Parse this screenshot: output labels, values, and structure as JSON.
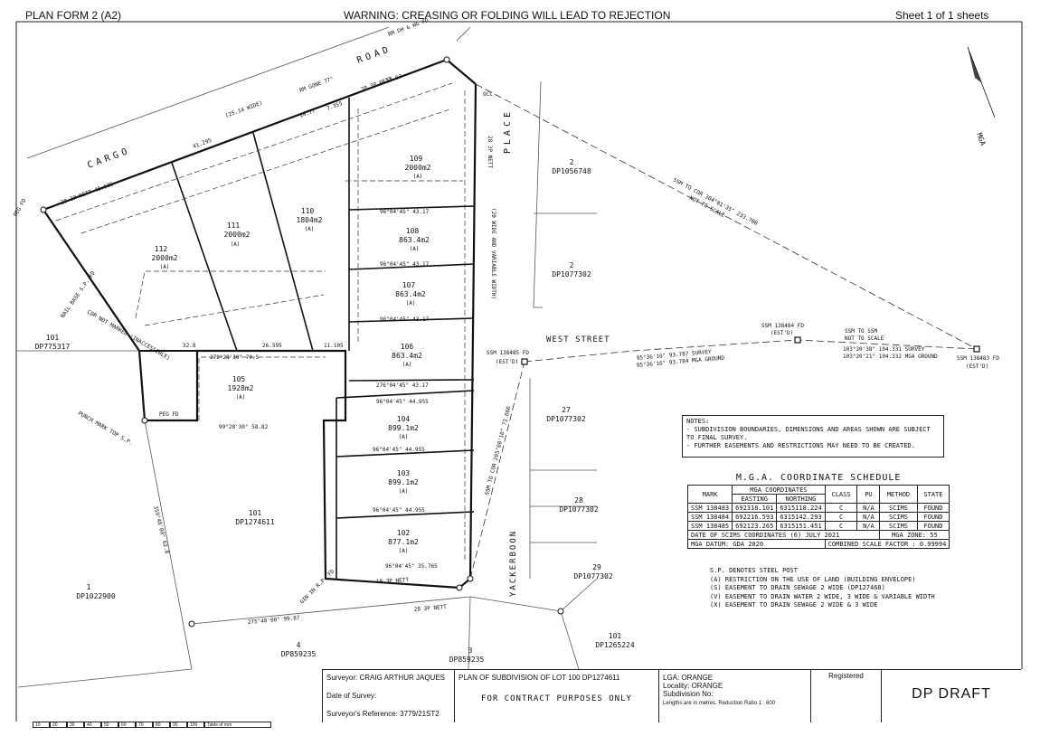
{
  "header": {
    "form": "PLAN FORM 2 (A2)",
    "warning": "WARNING: CREASING OR FOLDING WILL LEAD TO REJECTION",
    "sheet": "Sheet 1  of 1 sheets"
  },
  "roads": {
    "cargo_road_1": "CARGO",
    "cargo_road_2": "ROAD",
    "cargo_width": "(25.14 WIDE)",
    "place_1": "PLACE",
    "west_street": "WEST STREET",
    "west_street_width": "(20 WIDE AND VARIABLE WIDTH)",
    "yackerboon": "YACKERBOON"
  },
  "lots": [
    {
      "num": "112",
      "area": "2000m2",
      "tag": "(A)"
    },
    {
      "num": "111",
      "area": "2000m2",
      "tag": "(A)"
    },
    {
      "num": "110",
      "area": "1804m2",
      "tag": "(A)"
    },
    {
      "num": "109",
      "area": "2000m2",
      "tag": "(A)"
    },
    {
      "num": "108",
      "area": "863.4m2",
      "tag": "(A)"
    },
    {
      "num": "107",
      "area": "863.4m2",
      "tag": "(A)"
    },
    {
      "num": "106",
      "area": "863.4m2",
      "tag": "(A)"
    },
    {
      "num": "105",
      "area": "1928m2",
      "tag": "(A)"
    },
    {
      "num": "104",
      "area": "899.1m2",
      "tag": "(A)"
    },
    {
      "num": "103",
      "area": "899.1m2",
      "tag": "(A)"
    },
    {
      "num": "102",
      "area": "877.1m2",
      "tag": "(A)"
    }
  ],
  "adjoining": [
    {
      "num": "101",
      "dp": "DP775317"
    },
    {
      "num": "101",
      "dp": "DP1274611"
    },
    {
      "num": "1",
      "dp": "DP1022900"
    },
    {
      "num": "4",
      "dp": "DP859235"
    },
    {
      "num": "3",
      "dp": "DP859235"
    },
    {
      "num": "101",
      "dp": "DP1265224"
    },
    {
      "num": "2",
      "dp": "DP1056748"
    },
    {
      "num": "2",
      "dp": "DP1077302"
    },
    {
      "num": "27",
      "dp": "DP1077302"
    },
    {
      "num": "28",
      "dp": "DP1077302"
    },
    {
      "num": "29",
      "dp": "DP1077302"
    }
  ],
  "bearings": {
    "b1": "96°04'45\"  43.17",
    "b2": "96°04'45\"  43.17",
    "b3": "96°04'45\"  43.17",
    "b4": "276°04'45\"  43.17",
    "b5": "96°04'45\"  44.955",
    "b6": "96°04'45\"  44.955",
    "b7": "96°04'45\"  44.955",
    "b8": "96°04'45\"  35.765",
    "b9": "279°28'30\"  70.5",
    "b10": "99°28'30\"  58.82",
    "b11": "275°48'00\"  99.87",
    "b12": "359°48'00\"  62.8",
    "road_nett_1": "28 3P NETT  45.535",
    "road_nett_2": "28 3P NETT",
    "d1": "41.295",
    "d2": "37.97",
    "d3": "14.77",
    "d4": "7.355",
    "d5": "32.8",
    "d6": "26.595",
    "d7": "11.105",
    "d8": "18 3P NETT",
    "d9": "28 3P NETT",
    "d10": "28 3P NETT"
  },
  "marks": {
    "rm_gone": "RM GONE 77°",
    "peg_fd": "PEG FD",
    "rm_dh": "RM DH & WG FD",
    "occ": "OCC",
    "gin": "GIN IN R.P. FD",
    "nail": "NAIL BASE S.P. FD",
    "cor": "COR NOT MARKED (INACCESSIBLE)",
    "punch": "PUNCH MARK TOP S.P."
  },
  "survey": {
    "ssm1": "SSM 138485 FD",
    "ssm1b": "(EST'D)",
    "ssm2": "SSM 138484 FD",
    "ssm2b": "(EST'D)",
    "ssm3": "SSM 138483 FD",
    "ssm3b": "(EST'D)",
    "to_ssm": "SSM TO SSM",
    "nts": "NOT TO SCALE",
    "s1a": "95°36'16\"  93.787 SURVEY",
    "s1b": "95°36'16\"  93.784 MGA GROUND",
    "s2a": "103°20'38\"  104.331 SURVEY",
    "s2b": "103°20'21\"  104.332 MGA GROUND",
    "diag1": "SSM TO COR 304°01'35\"  233.700",
    "diag1b": "NOT TO SCALE",
    "diag2": "SSM TO COR 205°08'10\"  73.660"
  },
  "north": "MGA",
  "notes": {
    "title": "NOTES:",
    "n1": "- SUBDIVISION BOUNDARIES, DIMENSIONS AND AREAS SHOWN ARE SUBJECT",
    "n1b": "  TO FINAL SURVEY.",
    "n2": "- FURTHER EASEMENTS AND RESTRICTIONS MAY NEED TO BE CREATED."
  },
  "mga_schedule": {
    "title": "M.G.A.  COORDINATE  SCHEDULE",
    "h_mark": "MARK",
    "h_coords": "MGA COORDINATES",
    "h_easting": "EASTING",
    "h_northing": "NORTHING",
    "h_class": "CLASS",
    "h_pu": "PU",
    "h_method": "METHOD",
    "h_state": "STATE",
    "rows": [
      [
        "SSM 138483",
        "692318.101",
        "6315118.224",
        "C",
        "N/A",
        "SCIMS",
        "FOUND"
      ],
      [
        "SSM 138484",
        "692216.593",
        "6315142.293",
        "C",
        "N/A",
        "SCIMS",
        "FOUND"
      ],
      [
        "SSM 138485",
        "692123.265",
        "6315151.451",
        "C",
        "N/A",
        "SCIMS",
        "FOUND"
      ]
    ],
    "date_line": "DATE OF SCIMS COORDINATES (6) JULY 2021",
    "zone": "MGA ZONE: 55",
    "datum": "MGA DATUM: GDA 2020",
    "csf": "COMBINED SCALE FACTOR : 0.99994"
  },
  "legend": {
    "l0": "S.P. DENOTES STEEL POST",
    "l1": "(A)  RESTRICTION ON THE USE OF LAND (BUILDING ENVELOPE)",
    "l2": "(S)  EASEMENT TO DRAIN SEWAGE 2 WIDE (DP127468)",
    "l3": "(V)  EASEMENT TO DRAIN WATER 2 WIDE, 3 WIDE & VARIABLE WIDTH",
    "l4": "(X)  EASEMENT TO DRAIN SEWAGE 2 WIDE & 3 WIDE"
  },
  "title_block": {
    "surveyor": "Surveyor: CRAIG ARTHUR JAQUES",
    "date": "Date of Survey:",
    "ref": "Surveyor's Reference: 3779/21ST2",
    "plan": "PLAN OF SUBDIVISION OF LOT 100 DP1274611",
    "purpose": "FOR CONTRACT PURPOSES ONLY",
    "lga": "LGA:  ORANGE",
    "locality": "Locality:  ORANGE",
    "subdivision": "Subdivision No:",
    "lengths": "Lengths are in metres. Reduction Ratio 1 : 600",
    "registered": "Registered",
    "draft": "DP DRAFT"
  },
  "scale_bar": [
    "10",
    "20",
    "30",
    "40",
    "50",
    "60",
    "70",
    "80",
    "90",
    "100",
    "Table of mm"
  ]
}
